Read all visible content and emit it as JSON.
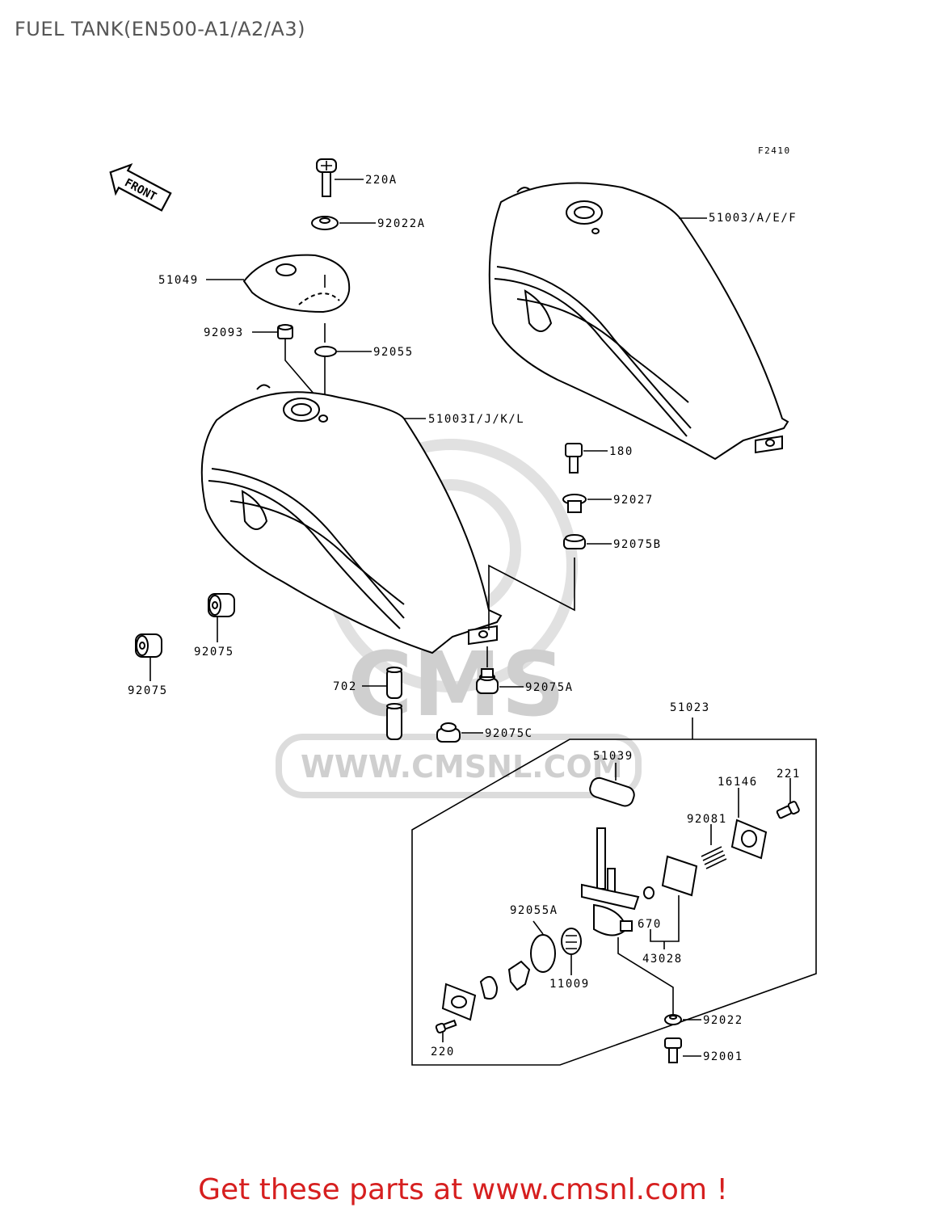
{
  "title": "FUEL TANK(EN500-A1/A2/A3)",
  "figure_code": "F2410",
  "front_arrow": "FRONT",
  "watermark": {
    "logo_text": "CMS",
    "url_text": "WWW.CMSNL.COM"
  },
  "labels": {
    "p220A": "220A",
    "p92022A": "92022A",
    "p51049": "51049",
    "p92093": "92093",
    "p92055": "92055",
    "p51003AEF": "51003/A/E/F",
    "p51003IJKL": "51003I/J/K/L",
    "p180": "180",
    "p92027": "92027",
    "p92075B": "92075B",
    "p92075a": "92075",
    "p92075b": "92075",
    "p702": "702",
    "p92075A": "92075A",
    "p92075C": "92075C",
    "p51023": "51023",
    "p51039": "51039",
    "p221": "221",
    "p16146": "16146",
    "p92081": "92081",
    "p92055A": "92055A",
    "p670": "670",
    "p43028": "43028",
    "p11009": "11009",
    "p92022": "92022",
    "p92001": "92001",
    "p220": "220"
  },
  "footer": "Get these parts at www.cmsnl.com !"
}
